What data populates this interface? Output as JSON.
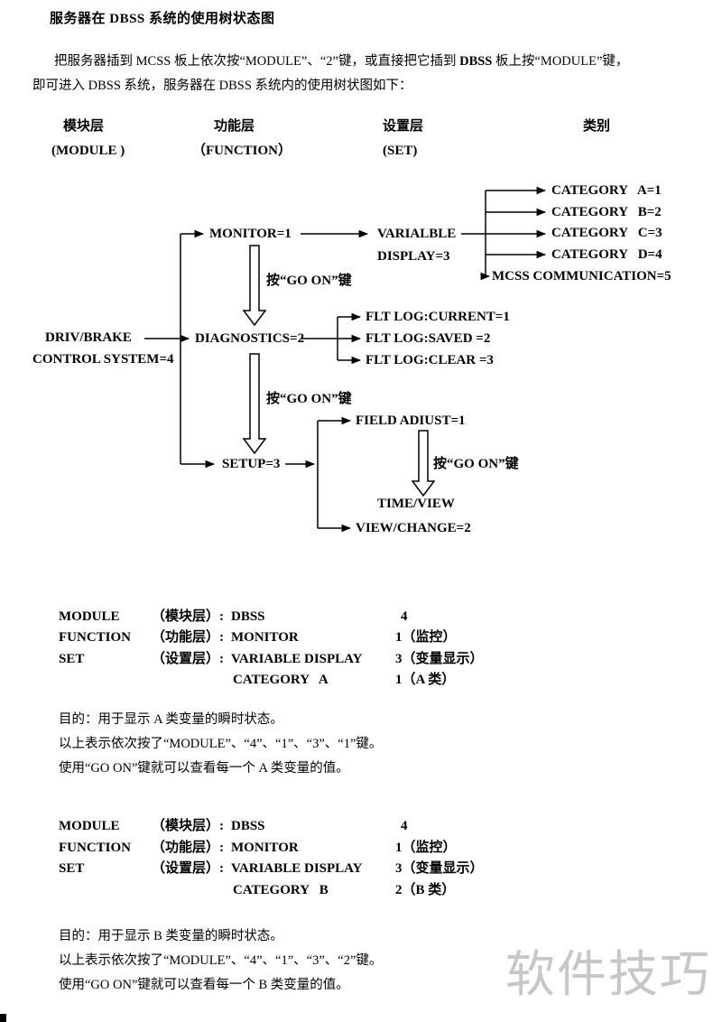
{
  "doc": {
    "title": "服务器在 DBSS 系统的使用树状态图",
    "intro": {
      "l1a": "把服务器插到 MCSS 板上依次按“MODULE”、“2”键，或直接把它插到 ",
      "l1b": "DBSS",
      "l1c": " 板上按“MODULE”键，",
      "l2": "即可进入 DBSS 系统，服务器在 DBSS 系统内的使用树状图如下："
    },
    "watermark": "软件技巧"
  },
  "columns": {
    "module_cn": "模块层",
    "module_en": "(MODULE )",
    "function_cn": "功能层",
    "function_en": "（FUNCTION）",
    "set_cn": "设置层",
    "set_en": "(SET)",
    "category_cn": "类别"
  },
  "tree": {
    "root1": "DRIV/BRAKE",
    "root2": "CONTROL SYSTEM=4",
    "monitor": "MONITOR=1",
    "variable1": "VARIALBLE",
    "variable2": "DISPLAY=3",
    "cat_a": "CATEGORY   A=1",
    "cat_b": "CATEGORY   B=2",
    "cat_c": "CATEGORY   C=3",
    "cat_d": "CATEGORY   D=4",
    "mcss": "MCSS COMMUNICATION=5",
    "go_on_1": "按“GO ON”键",
    "diagnostics": "DIAGNOSTICS=2",
    "flt_current": "FLT LOG:CURRENT=1",
    "flt_saved": "FLT LOG:SAVED =2",
    "flt_clear": "FLT LOG:CLEAR =3",
    "go_on_2": "按“GO ON”键",
    "setup": "SETUP=3",
    "field_adjust": "FIELD ADIUST=1",
    "go_on_3": "按“GO ON”键",
    "time_view": "TIME/VIEW",
    "view_change": "VIEW/CHANGE=2"
  },
  "example_a": {
    "rows": [
      {
        "c1": "MODULE",
        "c2": "（模块层）:",
        "c3": "DBSS",
        "c4": "4"
      },
      {
        "c1": "FUNCTION",
        "c2": "（功能层）:",
        "c3": "MONITOR",
        "c4": "1（监控）"
      },
      {
        "c1": "SET",
        "c2": "（设置层）:",
        "c3": "VARIABLE DISPLAY",
        "c4": "3（变量显示）"
      },
      {
        "c1": "",
        "c2": "",
        "c3": "CATEGORY   A",
        "c4": "1（A 类）"
      }
    ],
    "notes": [
      "目的：用于显示 A 类变量的瞬时状态。",
      "以上表示依次按了“MODULE”、“4”、“1”、“3”、“1”键。",
      "使用“GO ON”键就可以查看每一个 A 类变量的值。"
    ]
  },
  "example_b": {
    "rows": [
      {
        "c1": "MODULE",
        "c2": "（模块层）:",
        "c3": "DBSS",
        "c4": "4"
      },
      {
        "c1": "FUNCTION",
        "c2": "（功能层）:",
        "c3": "MONITOR",
        "c4": "1（监控）"
      },
      {
        "c1": "SET",
        "c2": "（设置层）:",
        "c3": "VARIABLE DISPLAY",
        "c4": "3（变量显示）"
      },
      {
        "c1": "",
        "c2": "",
        "c3": "CATEGORY   B",
        "c4": "2（B 类）"
      }
    ],
    "notes": [
      "目的：用于显示 B 类变量的瞬时状态。",
      "以上表示依次按了“MODULE”、“4”、“1”、“3”、“2”键。",
      "使用“GO ON”键就可以查看每一个 B 类变量的值。"
    ]
  }
}
